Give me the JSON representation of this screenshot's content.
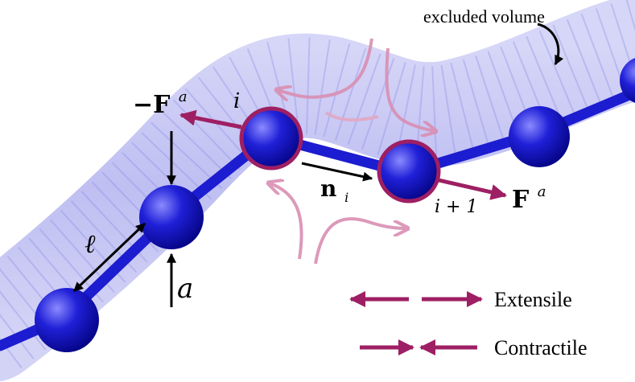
{
  "annotations": {
    "excluded_volume": "excluded volume",
    "force_neg": "−F",
    "force_neg_sup": "a",
    "force_pos": "F",
    "force_pos_sup": "a",
    "index_i": "i",
    "index_i_plus_1": "i + 1",
    "normal_n": "n",
    "normal_sub": "i",
    "bond_length": "ℓ",
    "bead_radius": "a"
  },
  "legend": {
    "extensile": "Extensile",
    "contractile": "Contractile"
  },
  "colors": {
    "force_arrow": "#9e1f63",
    "flow_arrow": "#d98fb3",
    "bead": "#1a1acc",
    "tube": "#b8b8f0",
    "active_ring": "#9e1f63"
  }
}
